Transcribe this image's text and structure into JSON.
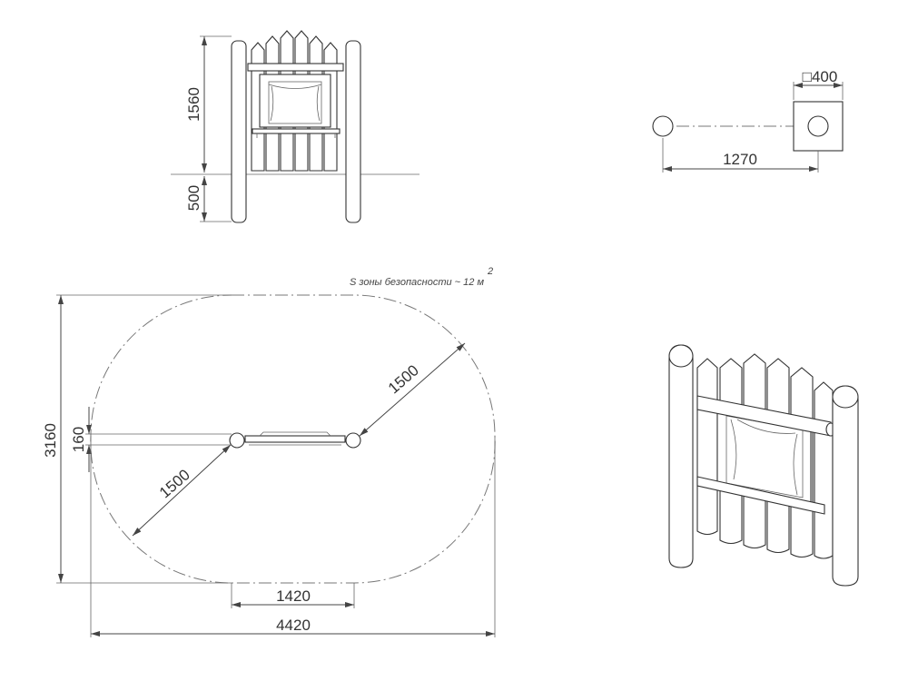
{
  "dimensions": {
    "front_height": "1560",
    "front_depth": "500",
    "plan_post_square": "□400",
    "plan_post_spacing": "1270",
    "zone_height": "3160",
    "zone_inner": "160",
    "zone_radius_upper": "1500",
    "zone_radius_lower": "1500",
    "zone_inner_width": "1420",
    "zone_total_width": "4420"
  },
  "safety_zone": {
    "label": "S зоны безопасности ~ 12 м",
    "superscript": "2"
  }
}
